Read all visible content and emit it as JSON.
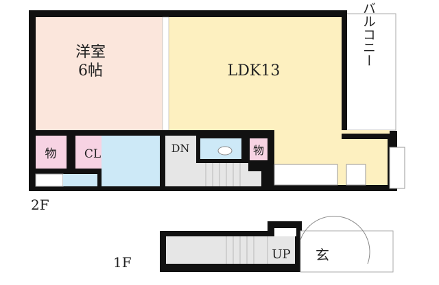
{
  "floors": {
    "upper": {
      "label": "2F",
      "rooms": {
        "western_room": {
          "name": "洋室",
          "size": "6帖"
        },
        "ldk": {
          "name": "LDK13"
        },
        "balcony": {
          "name": "バルコニー"
        },
        "storage_1": {
          "name": "物"
        },
        "closet": {
          "name": "CL"
        },
        "storage_2": {
          "name": "物"
        },
        "stairs_down": {
          "name": "DN"
        }
      }
    },
    "lower": {
      "label": "1F",
      "rooms": {
        "stairs_up": {
          "name": "UP"
        },
        "entrance": {
          "name": "玄"
        }
      }
    }
  },
  "colors": {
    "wall": "#111111",
    "western_room": "#fbe6dc",
    "ldk": "#fdf0c0",
    "wet_area": "#cde9f7",
    "storage": "#f7d3e3",
    "stairs": "#e6e6e6"
  }
}
